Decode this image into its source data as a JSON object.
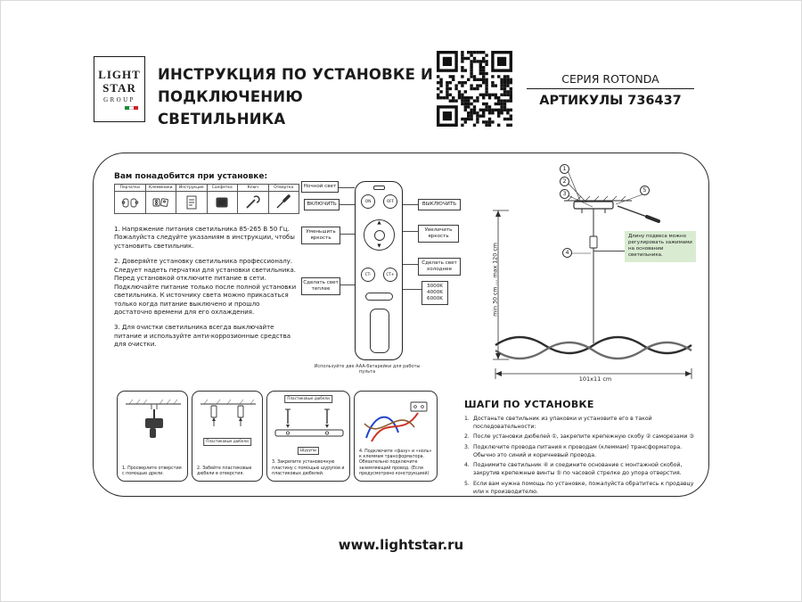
{
  "header": {
    "logo_line1": "LIGHT",
    "logo_line2": "STAR",
    "logo_line3": "GROUP",
    "title_line1": "ИНСТРУКЦИЯ ПО УСТАНОВКЕ И",
    "title_line2": "ПОДКЛЮЧЕНИЮ СВЕТИЛЬНИКА",
    "series": "СЕРИЯ ROTONDA",
    "article": "АРТИКУЛЫ 736437"
  },
  "colors": {
    "accent_green": "#1d8a3a",
    "flag_red": "#cc2229",
    "callout_bg": "#d9ecd2"
  },
  "tools": {
    "heading": "Вам понадобится при установке:",
    "items": [
      "Перчатки",
      "Клеммники",
      "Инструкция",
      "Салфетка",
      "Ключ",
      "Отвертка"
    ]
  },
  "notes": [
    "1. Напряжение питания светильника 85-265 В 50 Гц. Пожалуйста следуйте указаниям в инструкции, чтобы установить светильник.",
    "2. Доверяйте установку светильника профессионалу. Следует надеть перчатки для установки светильника. Перед установкой отключите питание в сети. Подключайте питание только после полной установки светильника. К источнику света можно прикасаться только когда питание выключено и прошло достаточно времени для его охлаждения.",
    "3. Для очистки светильника всегда выключайте питание и используйте анти-коррозионные средства для очистки."
  ],
  "remote": {
    "labels": {
      "night": "Ночной свет",
      "on": "ВКЛЮЧИТЬ",
      "off": "ВЫКЛЮЧИТЬ",
      "dim": "Уменьшить яркость",
      "bright": "Увеличить яркость",
      "warm": "Сделать свет теплее",
      "cool": "Сделать свет холоднее",
      "temps": [
        "3000K",
        "4000K",
        "6000K"
      ],
      "battery": "Используйте две AAA-батарейки для работы пульта"
    },
    "buttons": {
      "on": "ON",
      "off": "OFF",
      "up": "▲",
      "down": "▼",
      "ct_minus": "CT-",
      "ct_plus": "CT+"
    }
  },
  "lamp": {
    "height_label": "min 30 cm ... max 120 cm",
    "width_label": "101x11 cm",
    "callout": "Длину подвеса можно регулировать зажимами на основании светильника.",
    "markers": [
      "1",
      "2",
      "3",
      "4",
      "5"
    ]
  },
  "steps_boxes": [
    {
      "caption": "1. Просверлите отверстия с помощью дрели.",
      "labels": []
    },
    {
      "caption": "2. Забейте пластиковые дюбели в отверстия.",
      "labels": [
        "Пластиковые дюбели"
      ]
    },
    {
      "caption": "3. Закрепите установочную пластину с помощью шурупов и пластиковых дюбелей.",
      "labels": [
        "Пластиковые дюбели",
        "Шурупы"
      ]
    },
    {
      "caption": "4. Подключите «фазу» и «ноль» к клеммам трансформатора. Обязательно подключите заземляющий провод. (Если предусмотрено конструкцией)",
      "labels": []
    }
  ],
  "install": {
    "heading": "ШАГИ ПО УСТАНОВКЕ",
    "steps": [
      {
        "num": "1.",
        "text": "Достаньте светильник из упаковки и установите его в такой последовательности:"
      },
      {
        "num": "2.",
        "text": "После установки дюбелей ①, закрепите крепежную скобу ② саморезами ③"
      },
      {
        "num": "3.",
        "text": "Подключите провода питания к проводам (клеммам) трансформатора. Обычно это синий и коричневый провода."
      },
      {
        "num": "4.",
        "text": "Поднимите светильник ④ и соедините основание с монтажной скобой, закрутив крепежные винты ⑤ по часовой стрелке до упора отверстия."
      },
      {
        "num": "5.",
        "text": "Если вам нужна помощь по установке, пожалуйста обратитесь к продавцу или к производителю."
      }
    ]
  },
  "footer": {
    "url": "www.lightstar.ru"
  }
}
